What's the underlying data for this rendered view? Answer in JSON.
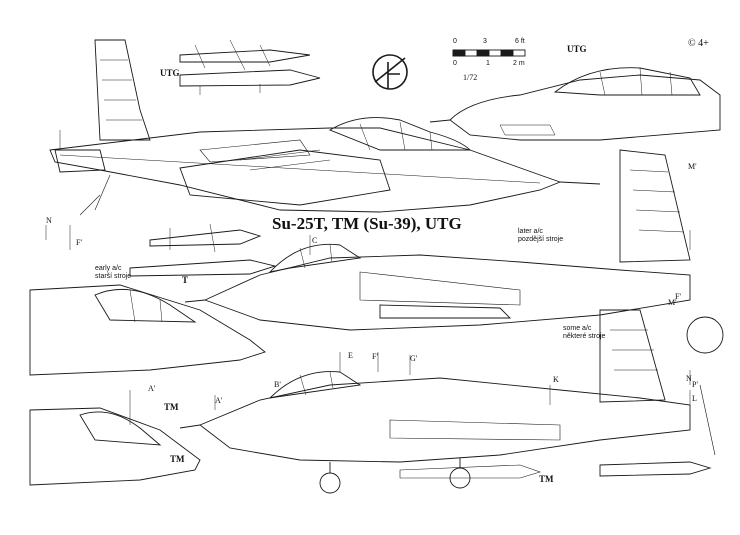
{
  "title": "Su-25T, TM (Su-39), UTG",
  "copyright": "© 4+",
  "scale": {
    "ratio": "1/72",
    "ticks_top": [
      "0",
      "3",
      "6 ft"
    ],
    "ticks_bottom": [
      "0",
      "1",
      "2 m"
    ]
  },
  "variant_labels": {
    "utg_top_left": "UTG",
    "utg_top_right": "UTG",
    "t_left": "T",
    "tm_mid_left": "TM",
    "tm_bottom_left": "TM",
    "tm_bottom_center": "TM"
  },
  "notes": {
    "early": [
      "early a/c",
      "starší stroje"
    ],
    "later": [
      "later a/c",
      "pozdější stroje"
    ],
    "some": [
      "some a/c",
      "některé stroje"
    ]
  },
  "section_markers": {
    "n1": "N",
    "f1": "F'",
    "c1": "C",
    "m1": "M'",
    "m2": "M'",
    "f2": "F'",
    "e1": "E",
    "f3": "F'",
    "g1": "G'",
    "b1": "B'",
    "a1": "A'",
    "a2": "A'",
    "k1": "K",
    "n2": "N",
    "p1": "P'",
    "l1": "L"
  },
  "colors": {
    "ink": "#1a1a1a",
    "paper": "#ffffff"
  }
}
